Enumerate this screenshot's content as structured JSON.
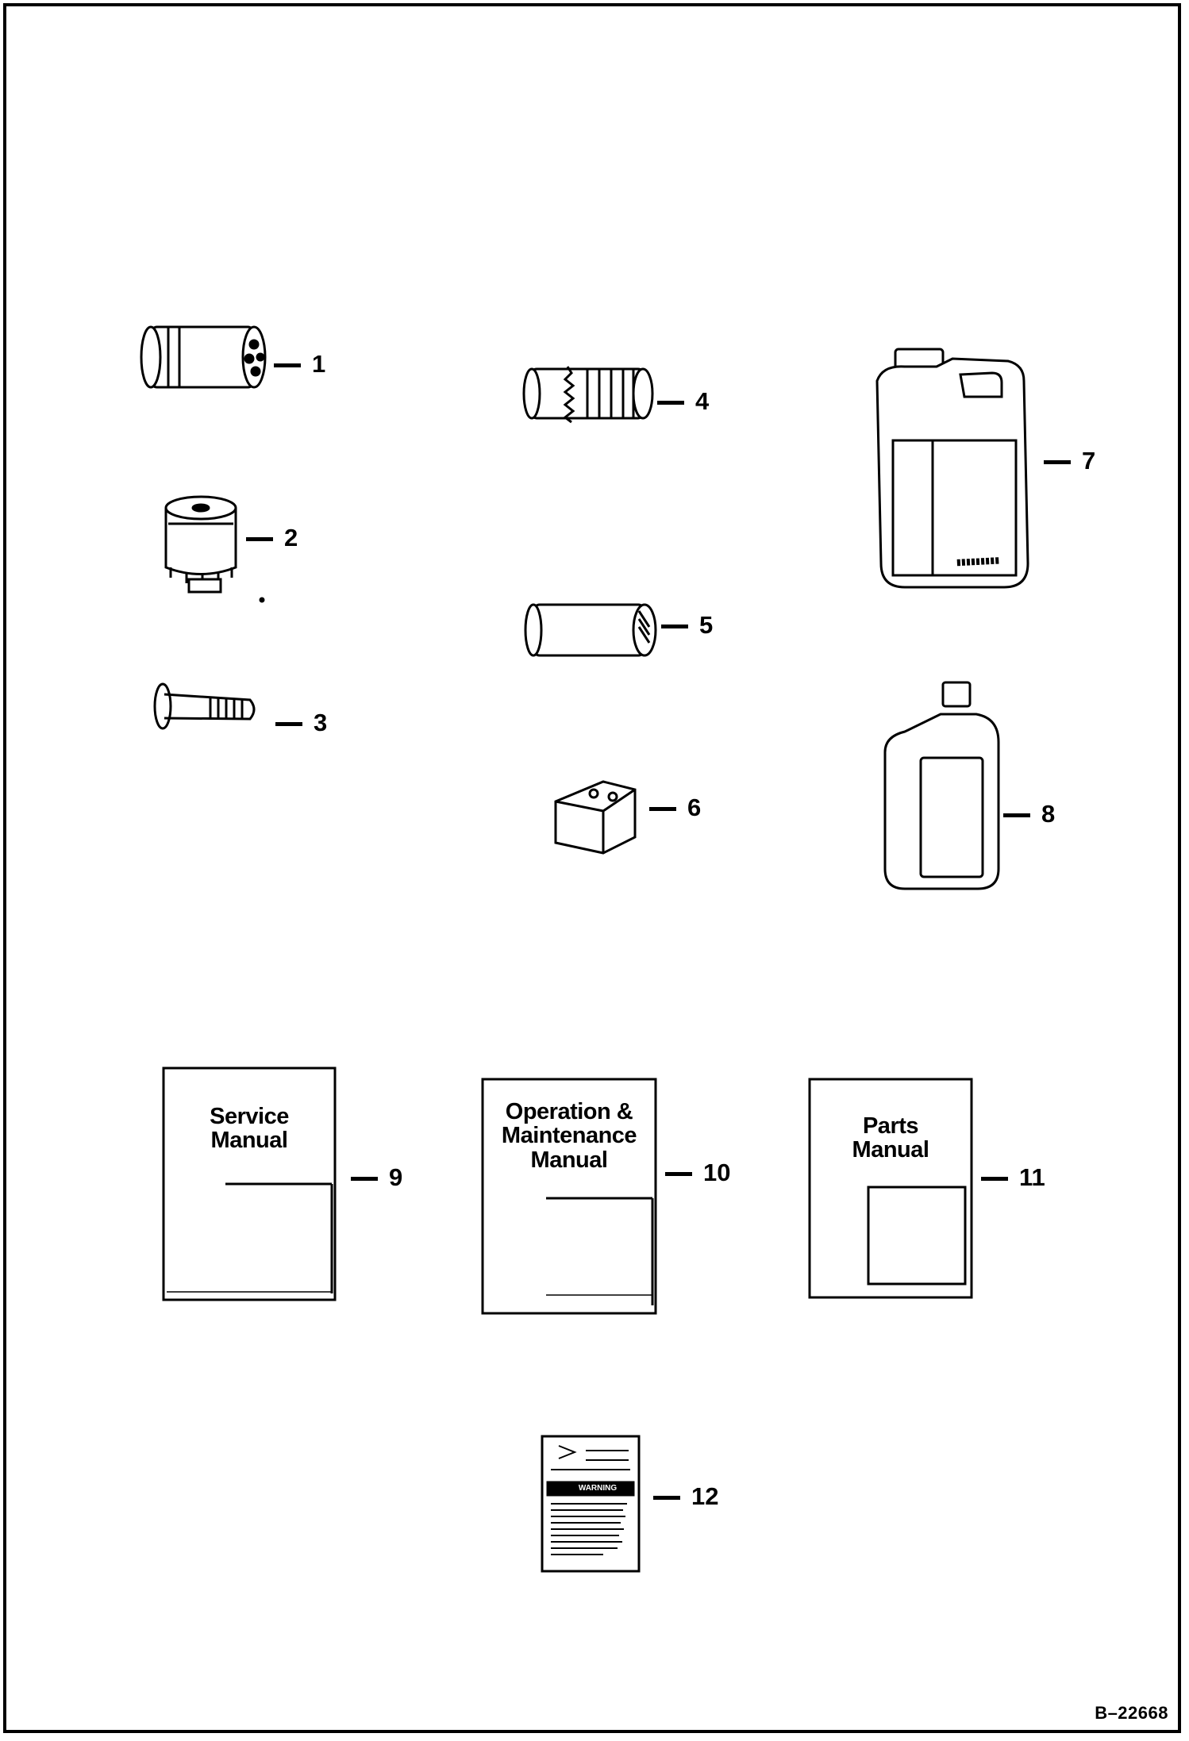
{
  "figure_id": "B–22668",
  "callouts": [
    "1",
    "2",
    "3",
    "4",
    "5",
    "6",
    "7",
    "8",
    "9",
    "10",
    "11",
    "12"
  ],
  "manuals": {
    "service": {
      "line1": "Service",
      "line2": "Manual"
    },
    "operation": {
      "line1": "Operation &",
      "line2": "Maintenance",
      "line3": "Manual"
    },
    "parts": {
      "line1": "Parts",
      "line2": "Manual"
    }
  },
  "decal": {
    "warning_label": "WARNING"
  },
  "colors": {
    "ink": "#000000",
    "paper": "#ffffff"
  }
}
